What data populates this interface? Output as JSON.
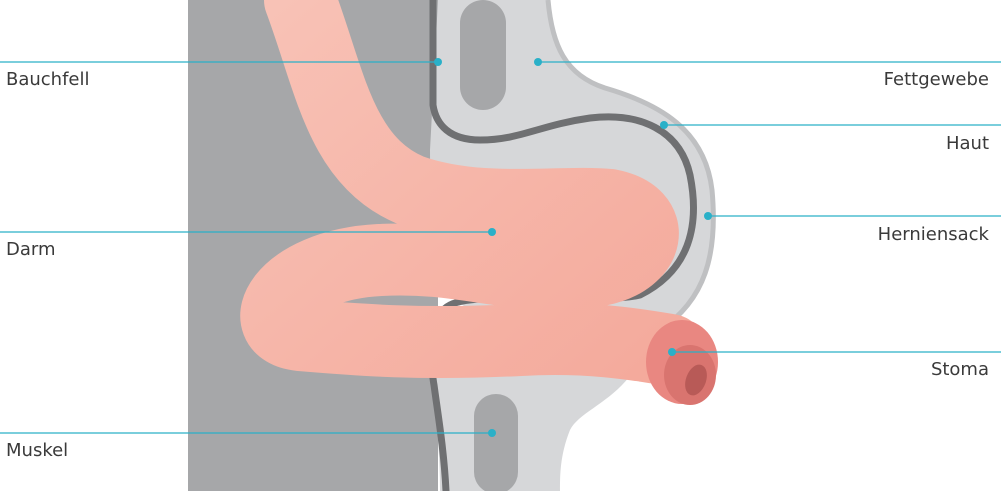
{
  "labels": {
    "bauchfell": "Bauchfell",
    "darm": "Darm",
    "muskel": "Muskel",
    "fettgewebe": "Fettgewebe",
    "haut": "Haut",
    "herniensack": "Herniensack",
    "stoma": "Stoma"
  },
  "colors": {
    "leader": "#2ab0c8",
    "dot": "#2ab0c8",
    "muscle": "#a7a8aa",
    "fat": "#d9dadb",
    "membrane": "#6f7072",
    "intestine": "#f5b3a7",
    "stoma": "#e98781",
    "label_text": "#3a3a3a"
  }
}
